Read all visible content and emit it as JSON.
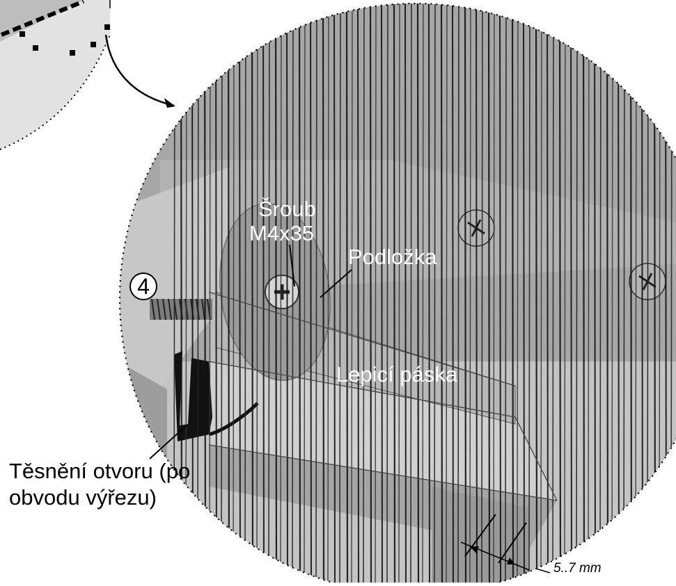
{
  "labels": {
    "screw": [
      "Šroub",
      "M4x35"
    ],
    "washer": "Podložka",
    "tape": "Lepicí páska",
    "seal": [
      "Těsnění otvoru (po",
      "obvodu výřezu)"
    ],
    "gap": "5..7 mm"
  },
  "step_number": "4",
  "colors": {
    "panel": "#a9a9a9",
    "panel_light": "#c8c8c8",
    "panel_dark": "#8a8a8a",
    "tape": "#b9b9b9",
    "outline": "#000000",
    "label_white": "#ffffff"
  }
}
